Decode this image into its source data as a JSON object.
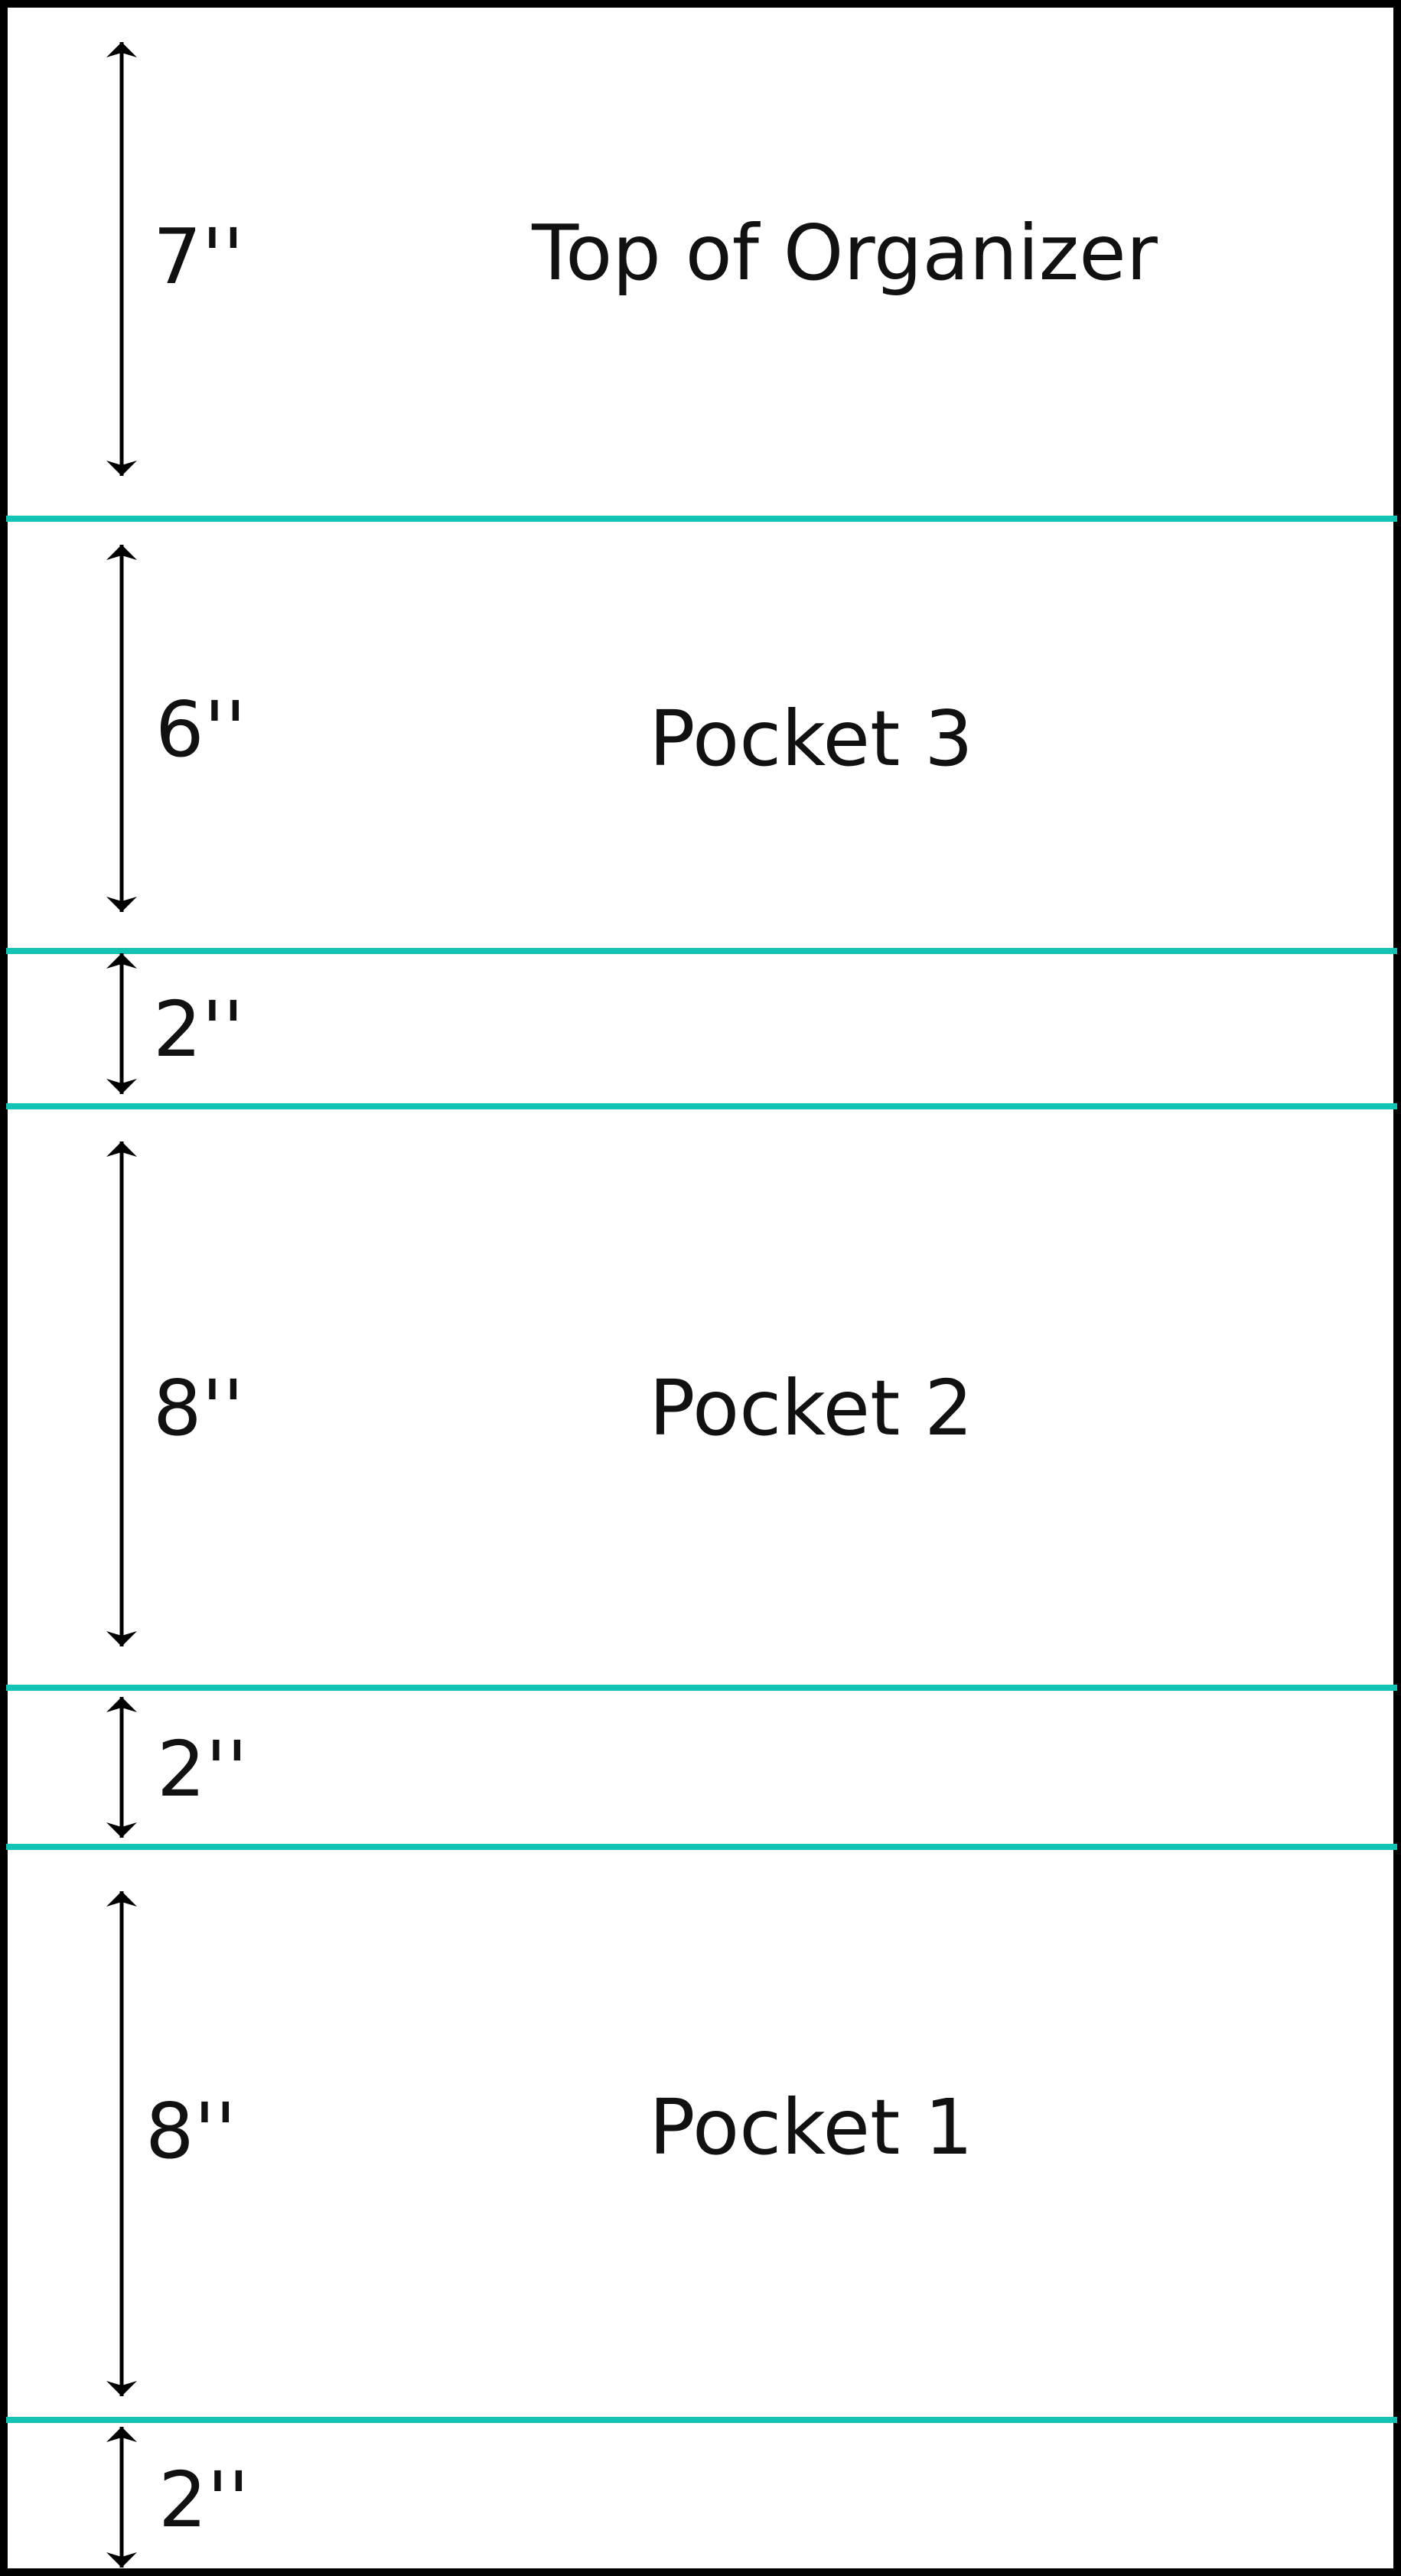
{
  "colors": {
    "outline": "#000000",
    "divider": "#13c4b4",
    "arrow": "#000000",
    "text": "#111111"
  },
  "sections": [
    {
      "id": "top-of-organizer",
      "label": "Top of Organizer",
      "measurement": "7''"
    },
    {
      "id": "pocket-3",
      "label": "Pocket 3",
      "measurement": "6''"
    },
    {
      "id": "gap-1",
      "label": "",
      "measurement": "2''"
    },
    {
      "id": "pocket-2",
      "label": "Pocket 2",
      "measurement": "8''"
    },
    {
      "id": "gap-2",
      "label": "",
      "measurement": "2''"
    },
    {
      "id": "pocket-1",
      "label": "Pocket 1",
      "measurement": "8''"
    },
    {
      "id": "gap-3",
      "label": "",
      "measurement": "2''"
    }
  ]
}
